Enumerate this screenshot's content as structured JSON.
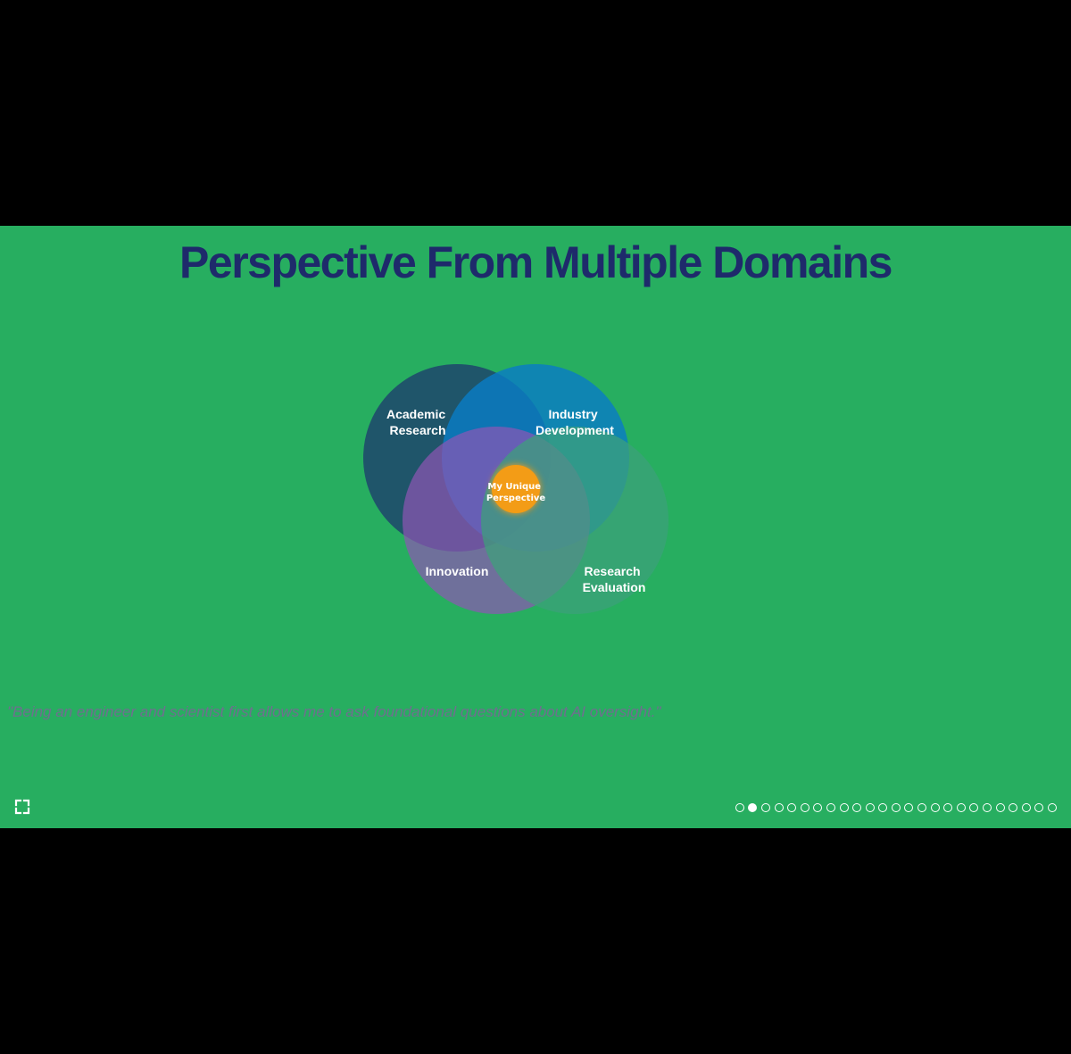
{
  "slide": {
    "title": "Perspective From Multiple Domains",
    "quote": "\"Being an engineer and scientist first allows me to ask foundational questions about AI oversight.\""
  },
  "venn": {
    "circles": [
      {
        "label_lines": [
          "Academic",
          "Research"
        ],
        "color": "#1e4d6b"
      },
      {
        "label_lines": [
          "Industry",
          "Development"
        ],
        "color": "#0a7dc4"
      },
      {
        "label_lines": [
          "Innovation"
        ],
        "color": "#8e56b5"
      },
      {
        "label_lines": [
          "Research",
          "Evaluation"
        ],
        "color": "#3da17a"
      }
    ],
    "center": {
      "label_lines": [
        "My Unique",
        "Perspective"
      ],
      "color": "#f39c12"
    }
  },
  "colors": {
    "background": "#27ae60",
    "title": "#1e2a6b",
    "quote": "#6f6f8f",
    "letterbox": "#000000"
  },
  "controls": {
    "fullscreen_icon": "fullscreen-icon",
    "total_slides": 25,
    "current_slide": 2
  }
}
